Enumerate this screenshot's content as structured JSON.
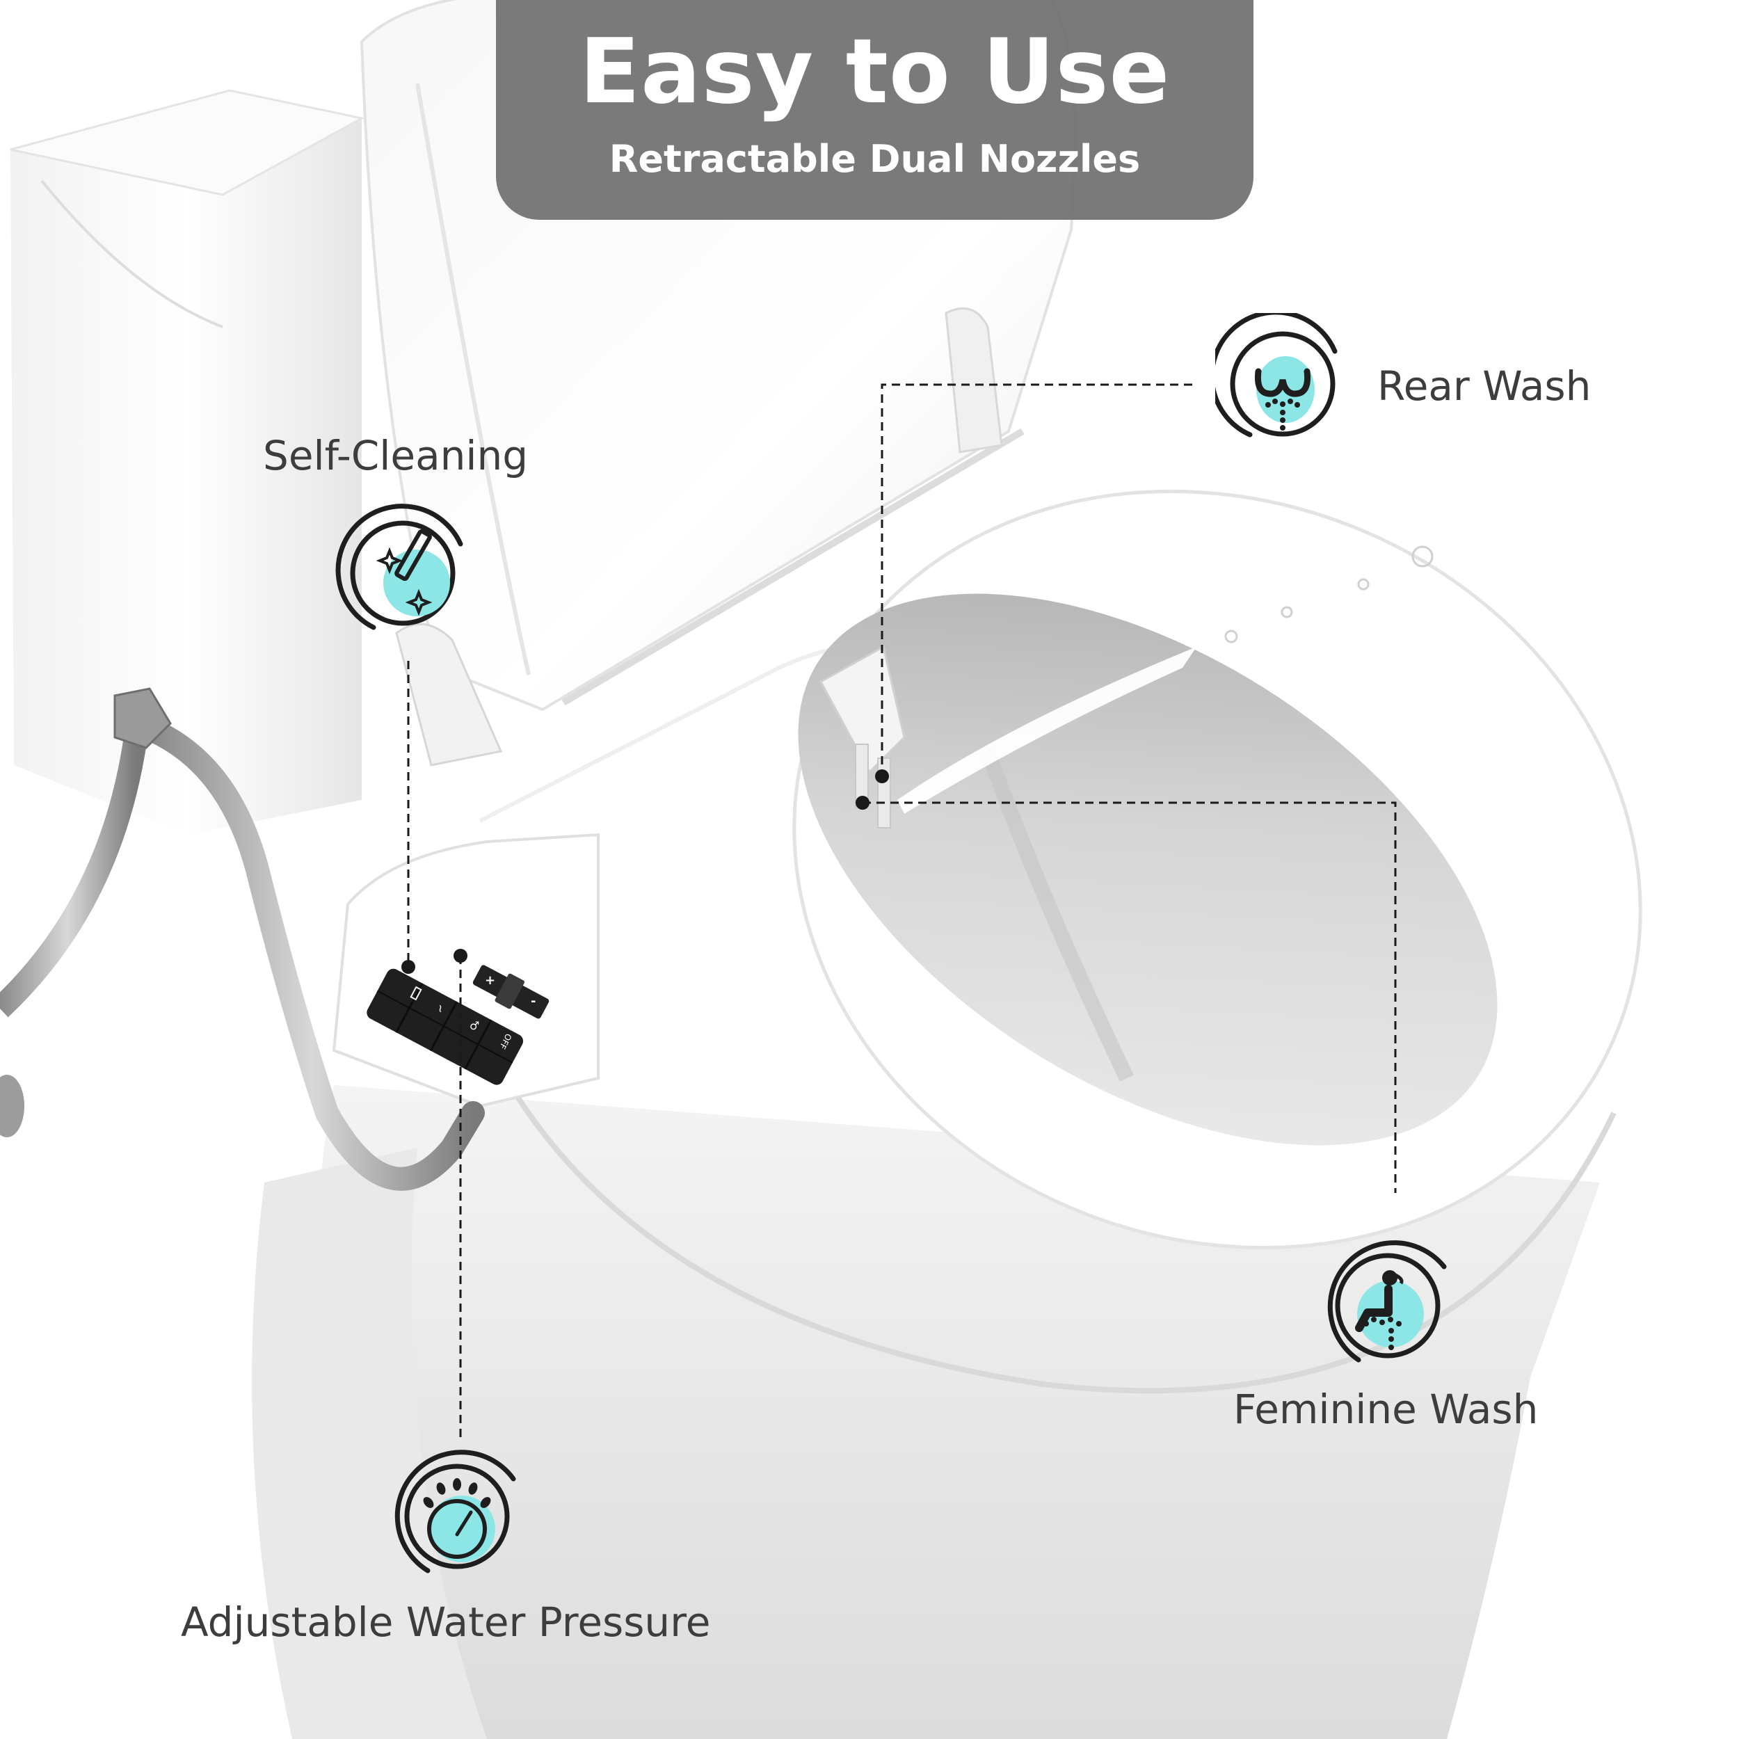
{
  "banner": {
    "title": "Easy to Use",
    "subtitle": "Retractable Dual Nozzles",
    "background_color": "#707070",
    "text_color": "#ffffff"
  },
  "features": [
    {
      "id": "rear-wash",
      "label": "Rear Wash",
      "icon": "rear-wash-icon"
    },
    {
      "id": "self-cleaning",
      "label": "Self-Cleaning",
      "icon": "self-cleaning-icon"
    },
    {
      "id": "feminine-wash",
      "label": "Feminine Wash",
      "icon": "feminine-wash-icon"
    },
    {
      "id": "adjustable-water-pressure",
      "label": "Adjustable Water Pressure",
      "icon": "pressure-dial-icon"
    }
  ],
  "control_panel": {
    "buttons": [
      {
        "icon": "nozzle-clean-icon"
      },
      {
        "icon": "rear-wash-icon"
      },
      {
        "icon": "feminine-wash-icon"
      },
      {
        "label": "OFF"
      }
    ],
    "pressure_slider": {
      "plus_label": "+",
      "minus_label": "-"
    }
  },
  "colors": {
    "accent_teal": "#8de6e6",
    "icon_stroke": "#1e1e1e",
    "label_text": "#3d3d3d"
  }
}
